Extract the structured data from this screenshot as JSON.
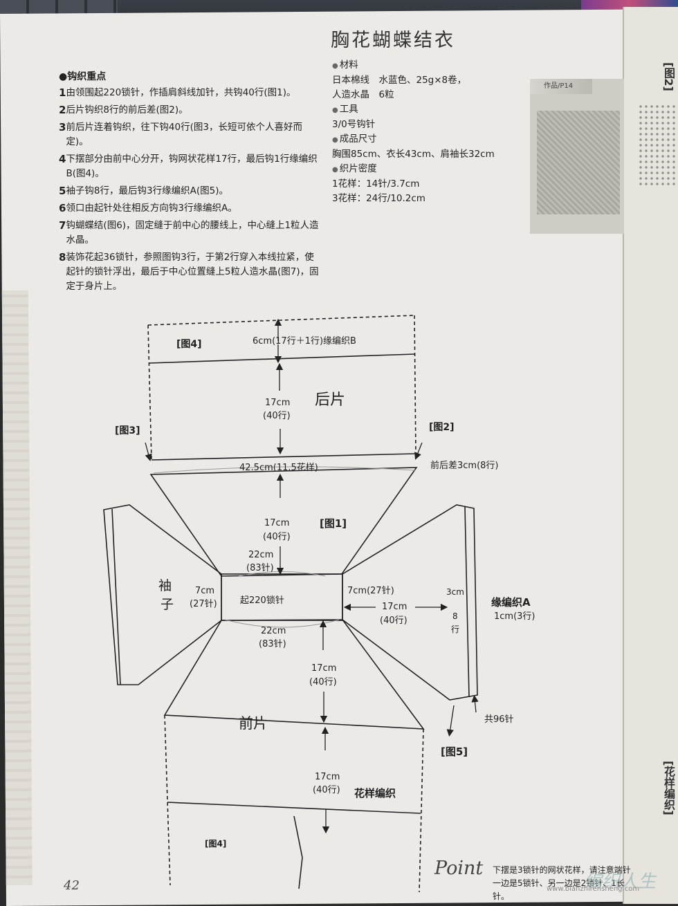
{
  "title": "胸花蝴蝶结衣",
  "key_points": {
    "heading": "钩织重点",
    "steps": [
      {
        "num": "1",
        "text": "由领围起220锁针，作插肩斜线加针，共钩40行(图1)。"
      },
      {
        "num": "2",
        "text": "后片钩织8行的前后差(图2)。"
      },
      {
        "num": "3",
        "text": "前后片连着钩织，往下钩40行(图3，长短可依个人喜好而定)。"
      },
      {
        "num": "4",
        "text": "下摆部分由前中心分开，钩网状花样17行，最后钩1行缘编织B(图4)。"
      },
      {
        "num": "5",
        "text": "袖子钩8行，最后钩3行缘编织A(图5)。"
      },
      {
        "num": "6",
        "text": "领口由起针处往相反方向钩3行缘编织A。"
      },
      {
        "num": "7",
        "text": "钩蝴蝶结(图6)，固定缝于前中心的腰线上，中心缝上1粒人造水晶。"
      },
      {
        "num": "8",
        "text": "装饰花起36锁针，参照图钩3行，于第2行穿入本线拉紧，使起针的锁针浮出，最后于中心位置缝上5粒人造水晶(图7)，固定于身片上。"
      }
    ]
  },
  "materials": {
    "materials_heading": "材料",
    "yarn": "日本棉线　水蓝色、25g×8卷，",
    "crystal": "人造水晶　6粒",
    "tools_heading": "工具",
    "hook": "3/0号钩针",
    "size_heading": "成品尺寸",
    "size": "胸围85cm、衣长43cm、肩袖长32cm",
    "gauge_heading": "织片密度",
    "gauge1": "1花样：14针/3.7cm",
    "gauge2": "3花样：24行/10.2cm"
  },
  "photo_label": "作品/P14",
  "right_page": {
    "tag_top": "[图2]",
    "tag_bottom": "[花样编织]"
  },
  "diagram": {
    "fig4_top": "[图4]",
    "border_b": "6cm(17行＋1行)缘编织B",
    "back": "后片",
    "back_len": "17cm",
    "back_rows": "(40行)",
    "fig3": "[图3]",
    "fig2": "[图2]",
    "width_label": "42.5cm(11.5花样)",
    "front_back_diff": "前后差3cm(8行)",
    "yoke_len": "17cm",
    "yoke_rows": "(40行)",
    "fig1": "[图1]",
    "neck_top": "22cm",
    "neck_top_st": "(83针)",
    "sleeve_char1": "袖",
    "sleeve_char2": "子",
    "left_w": "7cm",
    "left_st": "(27针)",
    "chain": "起220锁针",
    "right_w": "7cm(27针)",
    "sleeve_len": "17cm",
    "sleeve_rows": "(40行)",
    "cuff_w": "3cm",
    "cuff_rows1": "8",
    "cuff_rows2": "行",
    "border_a": "缘编织A",
    "border_a_size": "1cm(3行)",
    "neck_bottom": "22cm",
    "neck_bottom_st": "(83针)",
    "front_yoke_len": "17cm",
    "front_yoke_rows": "(40行)",
    "total_st": "共96针",
    "front": "前片",
    "fig5": "[图5]",
    "body_len": "17cm",
    "body_rows": "(40行)",
    "pattern": "花样编织",
    "fig4_bottom": "[图4]"
  },
  "page_number": "42",
  "point": {
    "label": "Point",
    "text": "下摆是3锁针的网状花样，请注意端针一边是5锁针、另一边是2锁针、1长针。"
  },
  "watermark": "www.bianzhirensheng.com",
  "watermark_logo": "编织人生"
}
